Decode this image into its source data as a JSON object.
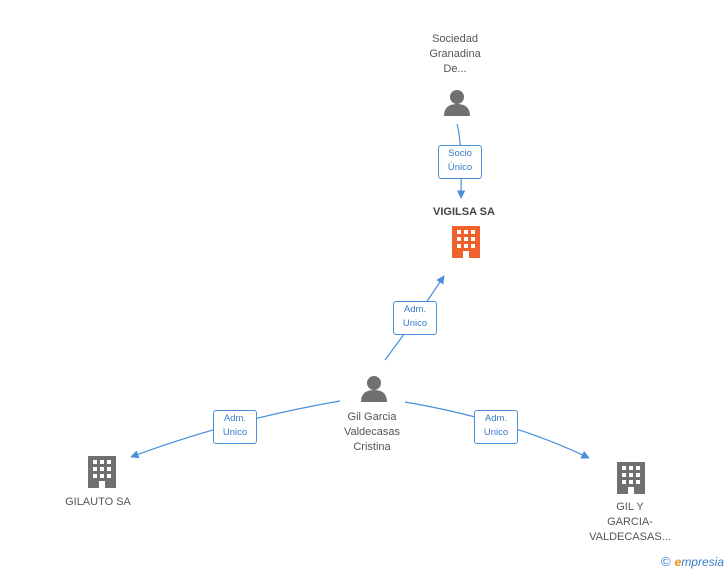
{
  "nodes": {
    "sociedad": {
      "label_lines": [
        "Sociedad",
        "Granadina",
        "De..."
      ],
      "icon": "person-icon",
      "color": "#707070"
    },
    "vigilsa": {
      "label_lines": [
        "VIGILSA SA"
      ],
      "icon": "building-icon",
      "color": "#f0622b"
    },
    "gil": {
      "label_lines": [
        "Gil Garcia",
        "Valdecasas",
        "Cristina"
      ],
      "icon": "person-icon",
      "color": "#707070"
    },
    "gilauto": {
      "label_lines": [
        "GILAUTO SA"
      ],
      "icon": "building-icon",
      "color": "#707070"
    },
    "gilygarcia": {
      "label_lines": [
        "GIL Y",
        "GARCIA-",
        "VALDECASAS..."
      ],
      "icon": "building-icon",
      "color": "#707070"
    }
  },
  "edges": {
    "socio": {
      "lines": [
        "Socio",
        "Único"
      ]
    },
    "adm_vigilsa": {
      "lines": [
        "Adm.",
        "Unico"
      ]
    },
    "adm_gilauto": {
      "lines": [
        "Adm.",
        "Unico"
      ]
    },
    "adm_gilygarcia": {
      "lines": [
        "Adm.",
        "Unico"
      ]
    }
  },
  "colors": {
    "edge": "#4a90d9",
    "accent": "#f0622b",
    "neutral": "#707070"
  },
  "footer": {
    "copyright": "©",
    "brand_initial": "e",
    "brand_rest": "mpresia"
  }
}
